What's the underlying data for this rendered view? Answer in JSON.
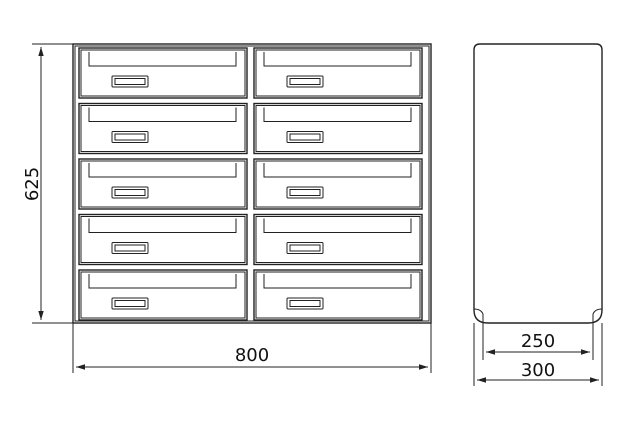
{
  "drawing": {
    "title": "",
    "dimensions": {
      "height_label": "625",
      "width_label": "800",
      "inner_depth_label": "250",
      "outer_depth_label": "300"
    },
    "front_view": {
      "columns": 2,
      "rows": 5
    }
  }
}
